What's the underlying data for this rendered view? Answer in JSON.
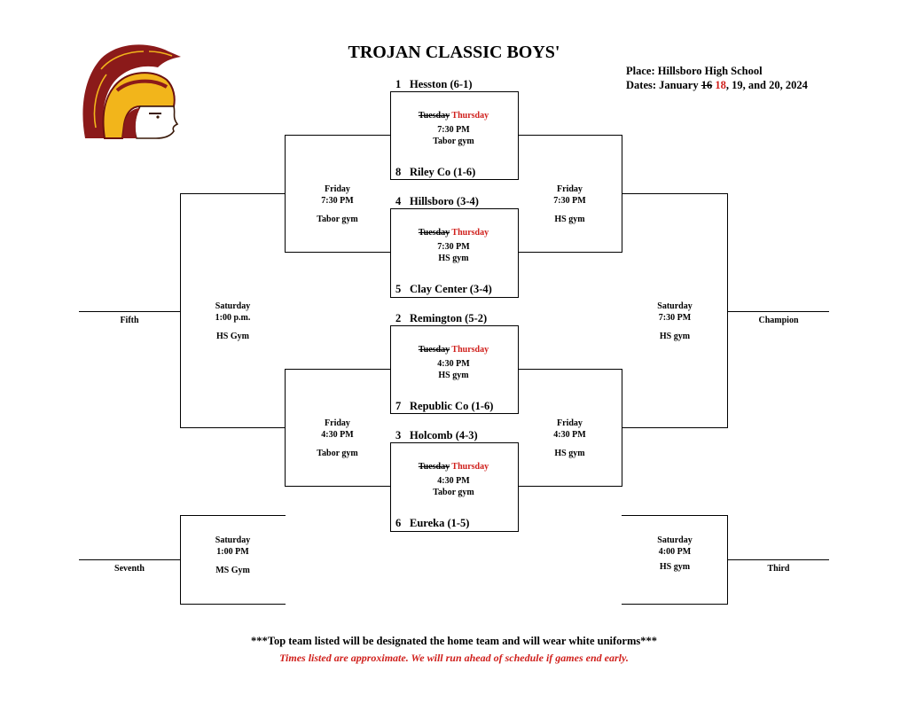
{
  "header": {
    "title": "TROJAN CLASSIC BOYS'",
    "place": "Place: Hillsboro High School",
    "dates_prefix": "Dates: January ",
    "dates_struck": "16",
    "dates_new": "18",
    "dates_suffix": ", 19, and 20, 2024"
  },
  "colors": {
    "accent_red": "#d0201c",
    "helmet_maroon": "#8b1a1a",
    "helmet_gold": "#f2b51b"
  },
  "logo_icon": "trojan-helmet-icon",
  "teams": [
    {
      "seed": "1",
      "name": "Hesston (6-1)"
    },
    {
      "seed": "8",
      "name": "Riley Co (1-6)"
    },
    {
      "seed": "4",
      "name": "Hillsboro (3-4)"
    },
    {
      "seed": "5",
      "name": "Clay Center (3-4)"
    },
    {
      "seed": "2",
      "name": "Remington (5-2)"
    },
    {
      "seed": "7",
      "name": "Republic Co (1-6)"
    },
    {
      "seed": "3",
      "name": "Holcomb (4-3)"
    },
    {
      "seed": "6",
      "name": "Eureka (1-5)"
    }
  ],
  "quarterfinals": [
    {
      "old_day": "Tuesday",
      "new_day": "Thursday",
      "time": "7:30 PM",
      "venue": "Tabor gym"
    },
    {
      "old_day": "Tuesday",
      "new_day": "Thursday",
      "time": "7:30 PM",
      "venue": "HS gym"
    },
    {
      "old_day": "Tuesday",
      "new_day": "Thursday",
      "time": "4:30 PM",
      "venue": "HS gym"
    },
    {
      "old_day": "Tuesday",
      "new_day": "Thursday",
      "time": "4:30 PM",
      "venue": "Tabor gym"
    }
  ],
  "semis": {
    "left_top": {
      "day": "Friday",
      "time": "7:30 PM",
      "venue": "Tabor gym"
    },
    "right_top": {
      "day": "Friday",
      "time": "7:30 PM",
      "venue": "HS gym"
    },
    "left_bottom": {
      "day": "Friday",
      "time": "4:30 PM",
      "venue": "Tabor gym"
    },
    "right_bottom": {
      "day": "Friday",
      "time": "4:30 PM",
      "venue": "HS gym"
    }
  },
  "finals": {
    "fifth": {
      "day": "Saturday",
      "time": "1:00 p.m.",
      "venue": "HS Gym",
      "label": "Fifth"
    },
    "champion": {
      "day": "Saturday",
      "time": "7:30 PM",
      "venue": "HS gym",
      "label": "Champion"
    },
    "seventh": {
      "day": "Saturday",
      "time": "1:00 PM",
      "venue": "MS Gym",
      "label": "Seventh"
    },
    "third": {
      "day": "Saturday",
      "time": "4:00 PM",
      "venue": "HS gym",
      "label": "Third"
    }
  },
  "notes": {
    "home_team": "***Top team listed will be designated the home team and will wear white uniforms***",
    "approximate": "Times listed are approximate. We will run ahead of schedule if games end early."
  }
}
